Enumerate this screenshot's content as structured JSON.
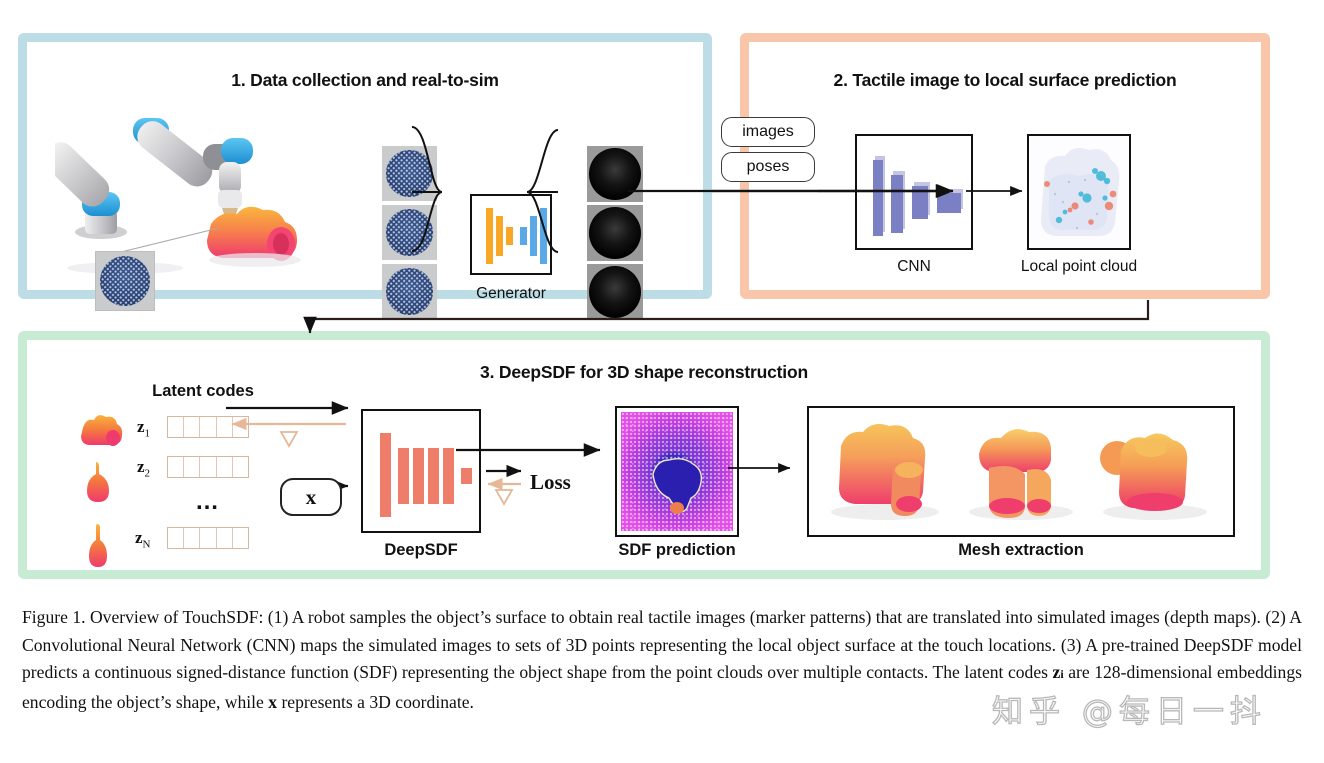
{
  "figure": {
    "id": "Figure 1.",
    "label": "Overview of TouchSDF",
    "watermark": "知乎 @每日一抖"
  },
  "panels": [
    {
      "id": "panel-1",
      "title": "1. Data collection and real-to-sim",
      "border_color": "#bcdde6",
      "labels": {
        "generator": "Generator"
      },
      "items": {
        "real_tactile_images": 3,
        "sim_depth_maps": 3,
        "inset_tactile_image": 1,
        "generator_bars_left_color": "#f9a825",
        "generator_bars_right_color": "#5aa9e6"
      }
    },
    {
      "id": "panel-2",
      "title": "2. Tactile image to local surface prediction",
      "border_color": "#f9c6aa",
      "inputs": [
        "images",
        "poses"
      ],
      "labels": {
        "cnn": "CNN",
        "point_cloud": "Local point cloud"
      },
      "items": {
        "cnn_bars": 4,
        "cnn_bar_color": "#7b7fc4"
      }
    },
    {
      "id": "panel-3",
      "title": "3. DeepSDF for 3D shape reconstruction",
      "border_color": "#c8ecd3",
      "labels": {
        "latent_codes": "Latent codes",
        "deepsdf": "DeepSDF",
        "sdf_prediction": "SDF prediction",
        "mesh_extraction": "Mesh extraction",
        "loss": "Loss",
        "query_point": "x"
      },
      "latent_codes": [
        {
          "name": "z",
          "sub": "1",
          "cells": 5
        },
        {
          "name": "z",
          "sub": "2",
          "cells": 5
        },
        {
          "name": "ellipsis",
          "sub": "",
          "cells": 0
        },
        {
          "name": "z",
          "sub": "N",
          "cells": 5
        }
      ],
      "ellipsis": "…",
      "items": {
        "deepsdf_bars": 6,
        "deepsdf_bar_color": "#ee7d6a",
        "meshes": 3
      }
    }
  ],
  "caption": {
    "prefix": "Figure 1.",
    "text_1": " Overview of TouchSDF: (1) A robot samples the object’s surface to obtain real tactile images (marker patterns) that are translated into simulated images (depth maps). (2) A Convolutional Neural Network (CNN) maps the simulated images to sets of 3D points representing the local object surface at the touch locations. (3) A pre-trained DeepSDF model predicts a continuous signed-distance function (SDF) representing the object shape from the point clouds over multiple contacts. The latent codes ",
    "math_z": "z",
    "math_z_sub": "i",
    "text_2": " are 128-dimensional embeddings encoding the object’s shape, while ",
    "math_x": "x",
    "text_3": " represents a 3D coordinate."
  }
}
